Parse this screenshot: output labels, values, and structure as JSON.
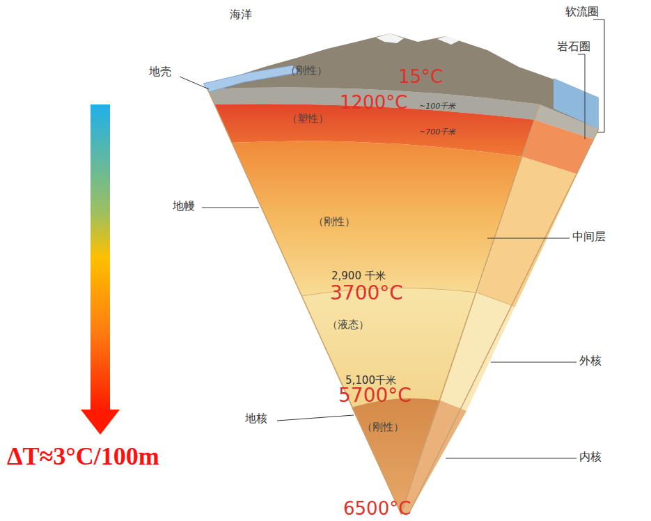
{
  "diagram": {
    "labels": [
      "海洋",
      "软流圈",
      "地壳",
      "岩石圈",
      "（刚性）",
      "15°C",
      "1200°C",
      "~100千米",
      "（塑性）",
      "~700千米",
      "地幔",
      "（刚性）",
      "中间层",
      "2,900 千米",
      "3700°C",
      "（液态）",
      "外核",
      "5,100千米",
      "5700°C",
      "地核",
      "（刚性）",
      "内核",
      "6500°C",
      "ΔT≈3°C/100m"
    ]
  }
}
